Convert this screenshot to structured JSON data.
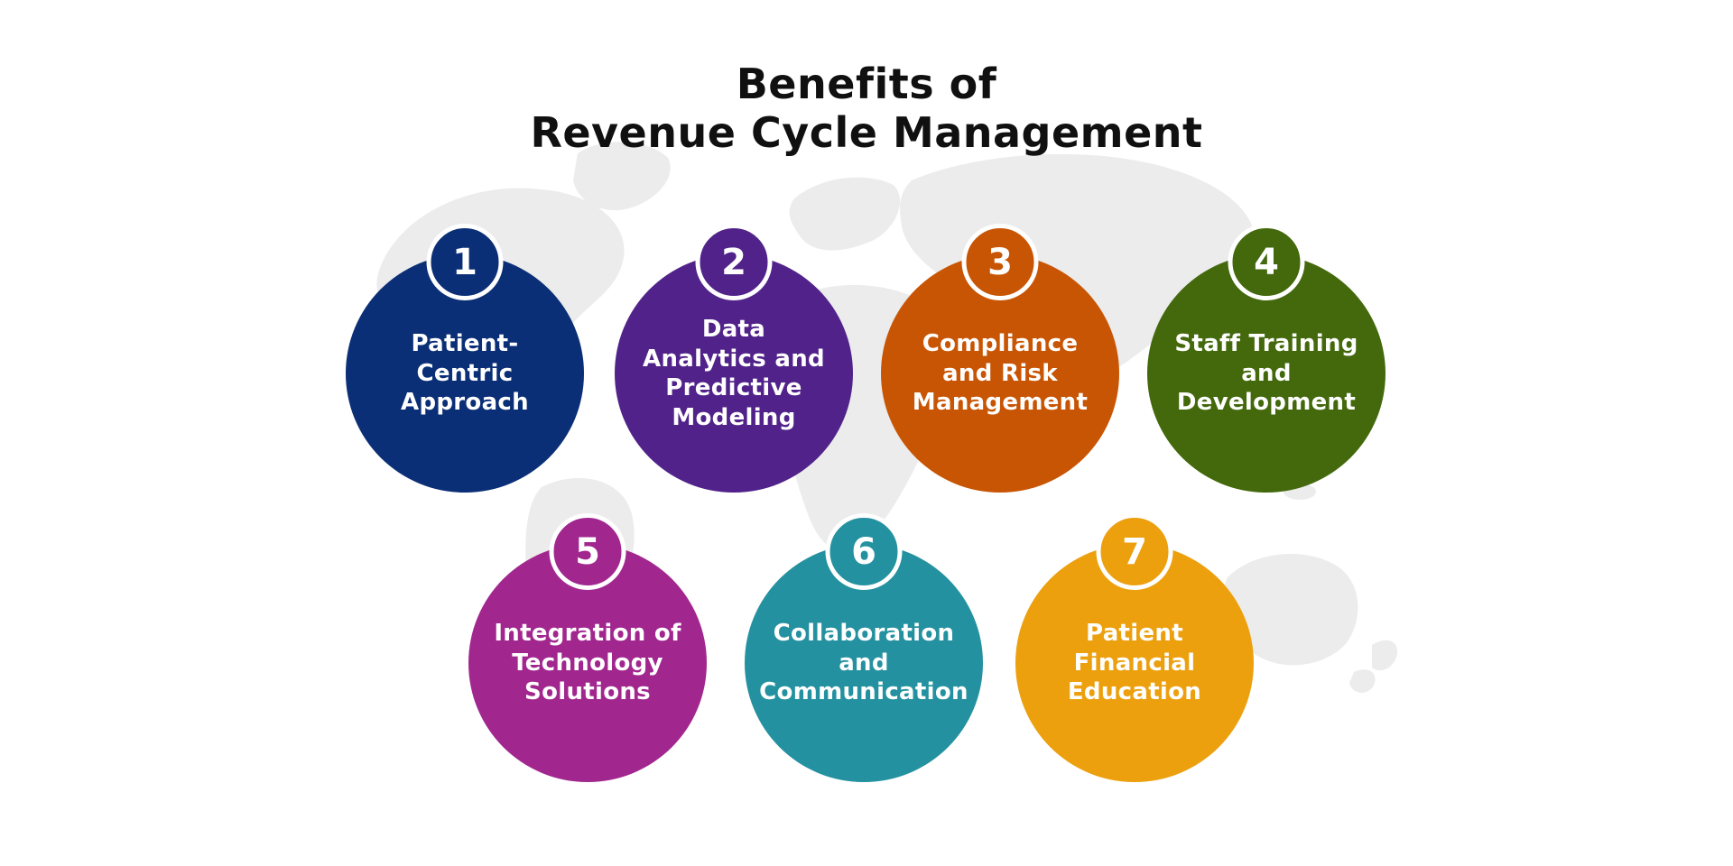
{
  "title": {
    "line1": "Benefits of",
    "line2": "Revenue Cycle Management",
    "color": "#101010"
  },
  "background": {
    "map_color": "#ececec"
  },
  "items": [
    {
      "number": "1",
      "label": "Patient-\nCentric\nApproach",
      "color": "#0b2f76"
    },
    {
      "number": "2",
      "label": "Data\nAnalytics and\nPredictive\nModeling",
      "color": "#51238a"
    },
    {
      "number": "3",
      "label": "Compliance\nand Risk\nManagement",
      "color": "#c85503"
    },
    {
      "number": "4",
      "label": "Staff Training\nand\nDevelopment",
      "color": "#43690c"
    },
    {
      "number": "5",
      "label": "Integration of\nTechnology\nSolutions",
      "color": "#a1278f"
    },
    {
      "number": "6",
      "label": "Collaboration\nand\nCommunication",
      "color": "#2491a0"
    },
    {
      "number": "7",
      "label": "Patient\nFinancial\nEducation",
      "color": "#eca00e"
    }
  ]
}
